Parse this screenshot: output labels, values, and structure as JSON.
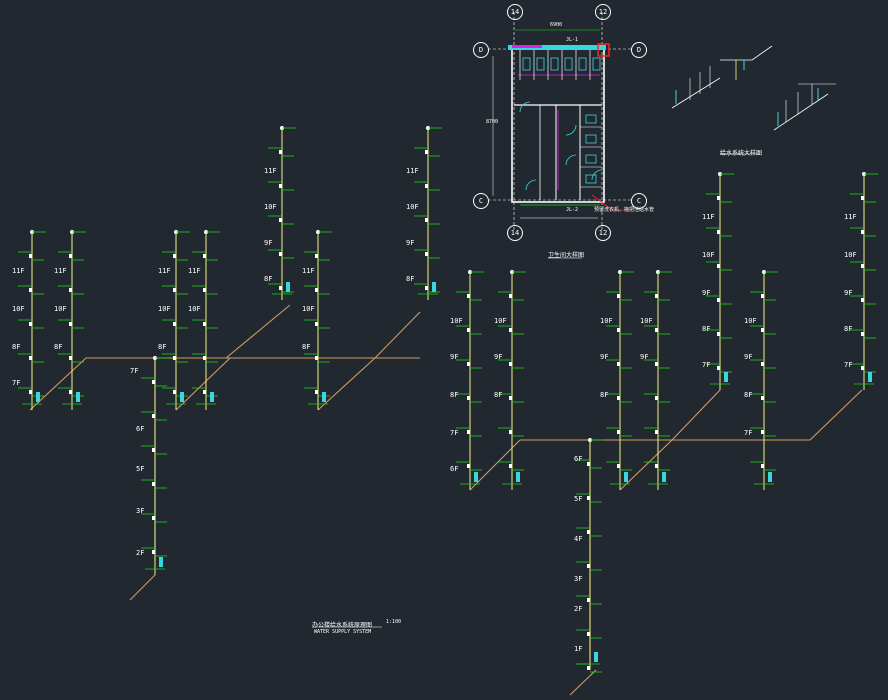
{
  "axes": {
    "a14": "14",
    "a12": "12",
    "aD": "D",
    "aC": "C"
  },
  "floor_labels": {
    "f11": "11F",
    "f10": "10F",
    "f9": "9F",
    "f8": "8F",
    "f7": "7F",
    "f6": "6F",
    "f5": "5F",
    "f4": "4F",
    "f3": "3F",
    "f2": "2F",
    "f1": "1F"
  },
  "plan": {
    "title": "卫生间大样图",
    "note": "预留洗衣机、拖把池给水管",
    "jl1": "JL-1",
    "jl2": "JL-2",
    "dim_top": "6900",
    "dim_side": "8700"
  },
  "detail_title": "给水系统大样图",
  "main_title": "办公楼给水系统原理图",
  "main_scale": "1:100",
  "main_subtitle": "WATER SUPPLY SYSTEM",
  "colors": {
    "background": "#222830",
    "riser": "#f4f086",
    "fixture": "#19d419",
    "main_pipe": "#d49a5c",
    "water_heater": "#3ad6e0",
    "wall": "#ffffff",
    "magenta": "#e020e0",
    "red": "#ff2020"
  }
}
